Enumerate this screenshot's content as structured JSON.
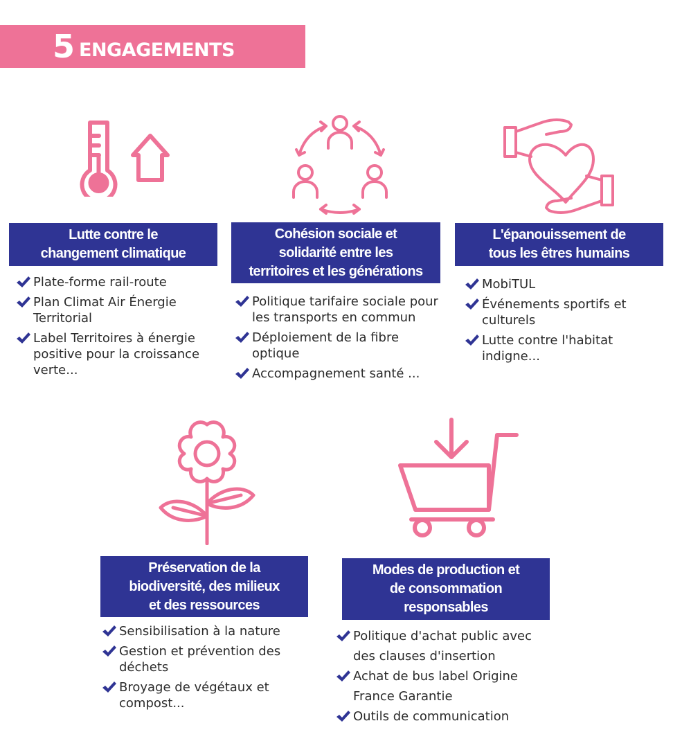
{
  "header": {
    "number": "5",
    "title": "ENGAGEMENTS"
  },
  "colors": {
    "pink": "#ee7297",
    "navy": "#2f3494"
  },
  "engagements": [
    {
      "icon": "thermometer-rising-icon",
      "title": [
        "Lutte contre le",
        "changement climatique"
      ],
      "items": [
        "Plate-forme rail-route",
        "Plan Climat Air Énergie Territorial",
        "Label Territoires à énergie positive pour la croissance verte..."
      ]
    },
    {
      "icon": "people-circle-icon",
      "title": [
        "Cohésion sociale et",
        "solidarité entre les",
        "territoires et les générations"
      ],
      "items": [
        "Politique tarifaire sociale pour les transports en commun",
        "Déploiement de la fibre optique",
        "Accompagnement santé ..."
      ]
    },
    {
      "icon": "hands-heart-icon",
      "title": [
        "L'épanouissement de",
        "tous les êtres humains"
      ],
      "items": [
        "MobiTUL",
        "Événements sportifs et culturels",
        "Lutte contre l'habitat indigne..."
      ]
    },
    {
      "icon": "flower-icon",
      "title": [
        "Préservation de la",
        "biodiversité, des milieux",
        "et des ressources"
      ],
      "items": [
        "Sensibilisation à la nature",
        "Gestion et prévention des déchets",
        "Broyage de végétaux et compost..."
      ]
    },
    {
      "icon": "shopping-cart-icon",
      "title": [
        "Modes de production et",
        "de consommation",
        "responsables"
      ],
      "items": [
        "Politique d'achat public avec des clauses d'insertion",
        "Achat de bus label Origine France Garantie",
        "Outils de communication"
      ]
    }
  ]
}
